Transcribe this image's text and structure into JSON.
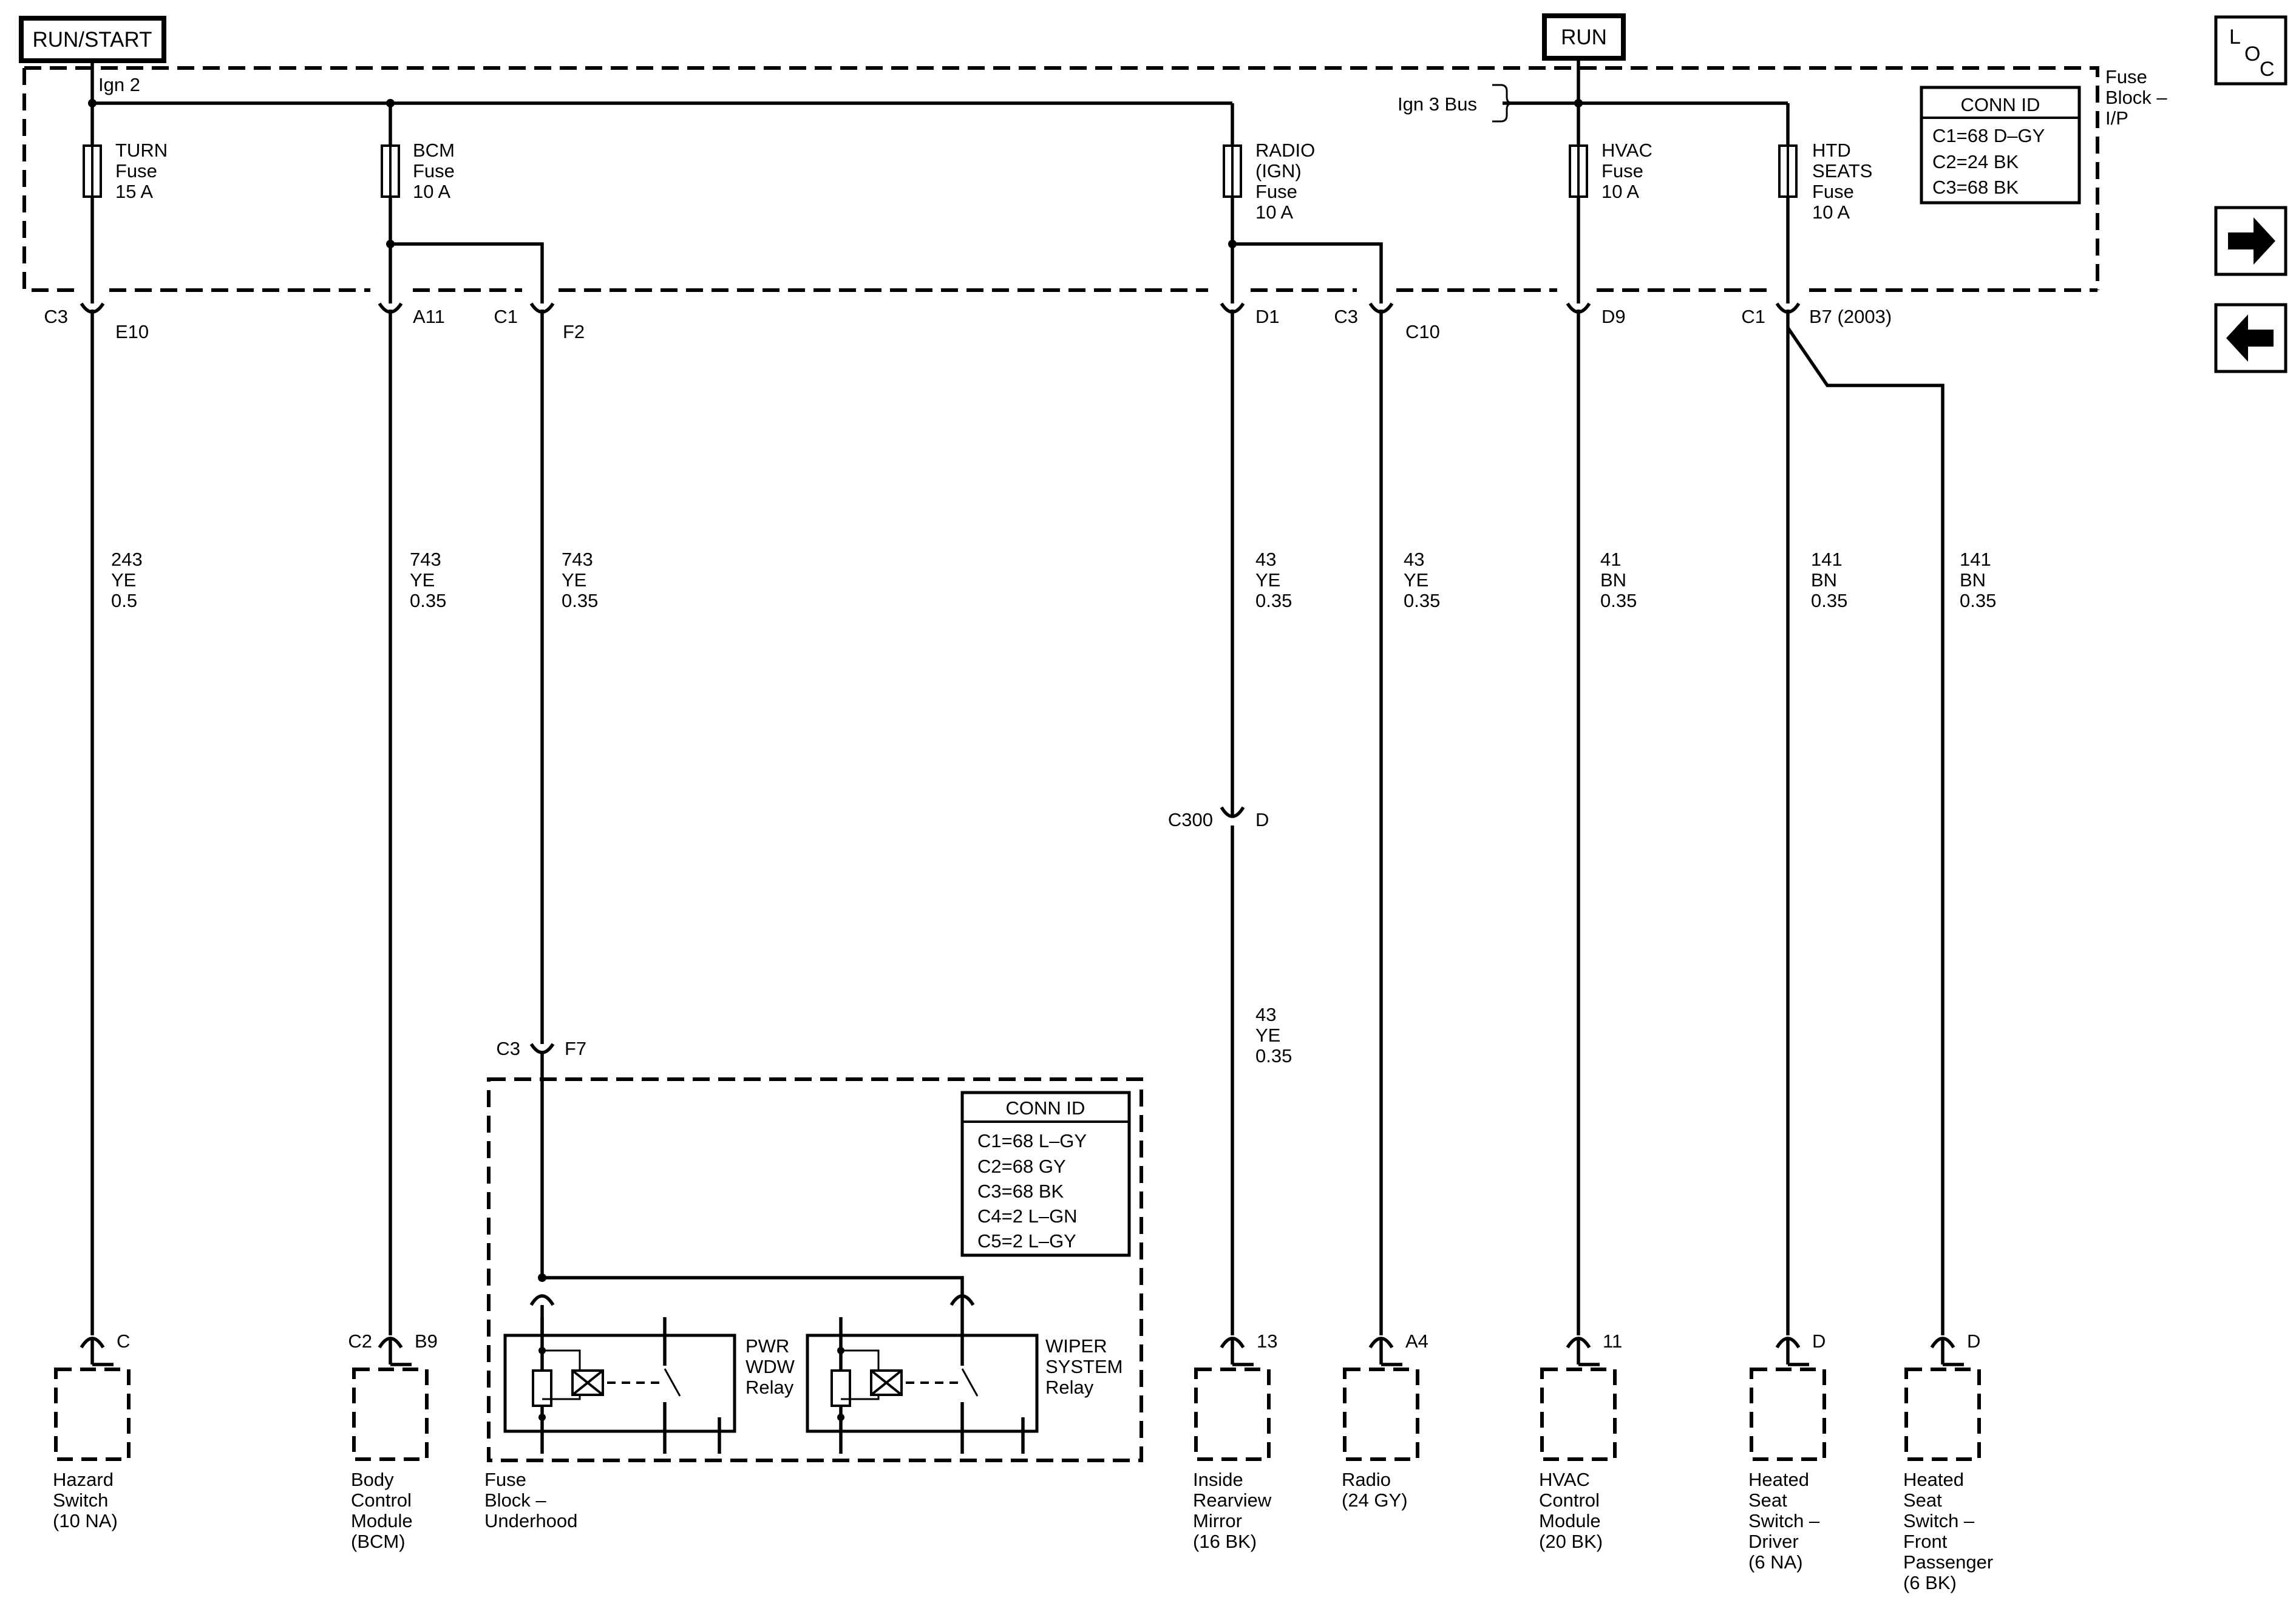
{
  "power": {
    "run_start": "RUN/START",
    "run": "RUN"
  },
  "loc_button": {
    "l": "L",
    "o": "O",
    "c": "C"
  },
  "fuse_block_ip": {
    "label": [
      "Fuse",
      "Block –",
      "I/P"
    ],
    "ign2": "Ign 2",
    "ign3": "Ign 3 Bus",
    "conn_id": {
      "title": "CONN ID",
      "rows": [
        "C1=68 D–GY",
        "C2=24 BK",
        "C3=68 BK"
      ]
    }
  },
  "fuses": [
    {
      "lines": [
        "TURN",
        "Fuse",
        "15 A"
      ]
    },
    {
      "lines": [
        "BCM",
        "Fuse",
        "10 A"
      ]
    },
    {
      "lines": [
        "RADIO",
        "(IGN)",
        "Fuse",
        "10 A"
      ]
    },
    {
      "lines": [
        "HVAC",
        "Fuse",
        "10 A"
      ]
    },
    {
      "lines": [
        "HTD",
        "SEATS",
        "Fuse",
        "10 A"
      ]
    }
  ],
  "top_connectors": [
    {
      "conn": "C3",
      "pin": "E10"
    },
    {
      "conn": "",
      "pin": "A11"
    },
    {
      "conn": "C1",
      "pin": "F2"
    },
    {
      "conn": "",
      "pin": "D1"
    },
    {
      "conn": "C3",
      "pin": "C10"
    },
    {
      "conn": "",
      "pin": "D9"
    },
    {
      "conn": "C1",
      "pin": "B7 (2003)"
    }
  ],
  "wires": [
    {
      "circuit": "243",
      "color": "YE",
      "size": "0.5"
    },
    {
      "circuit": "743",
      "color": "YE",
      "size": "0.35"
    },
    {
      "circuit": "743",
      "color": "YE",
      "size": "0.35"
    },
    {
      "circuit": "43",
      "color": "YE",
      "size": "0.35"
    },
    {
      "circuit": "43",
      "color": "YE",
      "size": "0.35"
    },
    {
      "circuit": "41",
      "color": "BN",
      "size": "0.35"
    },
    {
      "circuit": "141",
      "color": "BN",
      "size": "0.35"
    },
    {
      "circuit": "141",
      "color": "BN",
      "size": "0.35"
    }
  ],
  "inline_connector": {
    "conn": "C300",
    "pin": "D"
  },
  "lower_wire": {
    "circuit": "43",
    "color": "YE",
    "size": "0.35"
  },
  "underhood": {
    "entry": {
      "conn": "C3",
      "pin": "F7"
    },
    "conn_id": {
      "title": "CONN ID",
      "rows": [
        "C1=68 L–GY",
        "C2=68 GY",
        "C3=68 BK",
        "C4=2 L–GN",
        "C5=2 L–GY"
      ]
    },
    "relays": [
      {
        "lines": [
          "PWR",
          "WDW",
          "Relay"
        ]
      },
      {
        "lines": [
          "WIPER",
          "SYSTEM",
          "Relay"
        ]
      }
    ],
    "label": [
      "Fuse",
      "Block –",
      "Underhood"
    ]
  },
  "components": [
    {
      "conn": "",
      "pin": "C",
      "lines": [
        "Hazard",
        "Switch",
        "(10 NA)"
      ]
    },
    {
      "conn": "C2",
      "pin": "B9",
      "lines": [
        "Body",
        "Control",
        "Module",
        "(BCM)"
      ]
    },
    {
      "conn": "",
      "pin": "13",
      "lines": [
        "Inside",
        "Rearview",
        "Mirror",
        "(16 BK)"
      ]
    },
    {
      "conn": "",
      "pin": "A4",
      "lines": [
        "Radio",
        "(24 GY)"
      ]
    },
    {
      "conn": "",
      "pin": "11",
      "lines": [
        "HVAC",
        "Control",
        "Module",
        "(20 BK)"
      ]
    },
    {
      "conn": "",
      "pin": "D",
      "lines": [
        "Heated",
        "Seat",
        "Switch –",
        "Driver",
        "(6 NA)"
      ]
    },
    {
      "conn": "",
      "pin": "D",
      "lines": [
        "Heated",
        "Seat",
        "Switch –",
        "Front",
        "Passenger",
        "(6 BK)"
      ]
    }
  ]
}
